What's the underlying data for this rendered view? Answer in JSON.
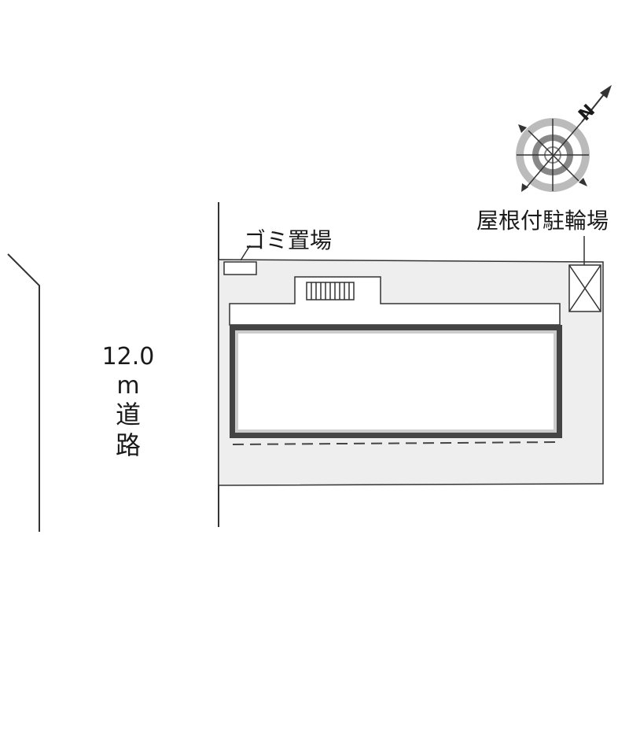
{
  "labels": {
    "garbage_area": "ゴミ置場",
    "bicycle_parking": "屋根付駐輪場",
    "road_width": "12.0",
    "road_unit": "m",
    "road_char_1": "道",
    "road_char_2": "路",
    "compass_north": "N"
  },
  "colors": {
    "lot_fill": "#eeeeee",
    "outline": "#333333",
    "building_wall": "#444444",
    "compass_ring": "#999999",
    "text": "#1a1a1a"
  },
  "icons": {
    "compass": "north-arrow-compass-rose",
    "bicycle_parking_marker": "crossed-box",
    "stairs": "stairs-hatching"
  }
}
